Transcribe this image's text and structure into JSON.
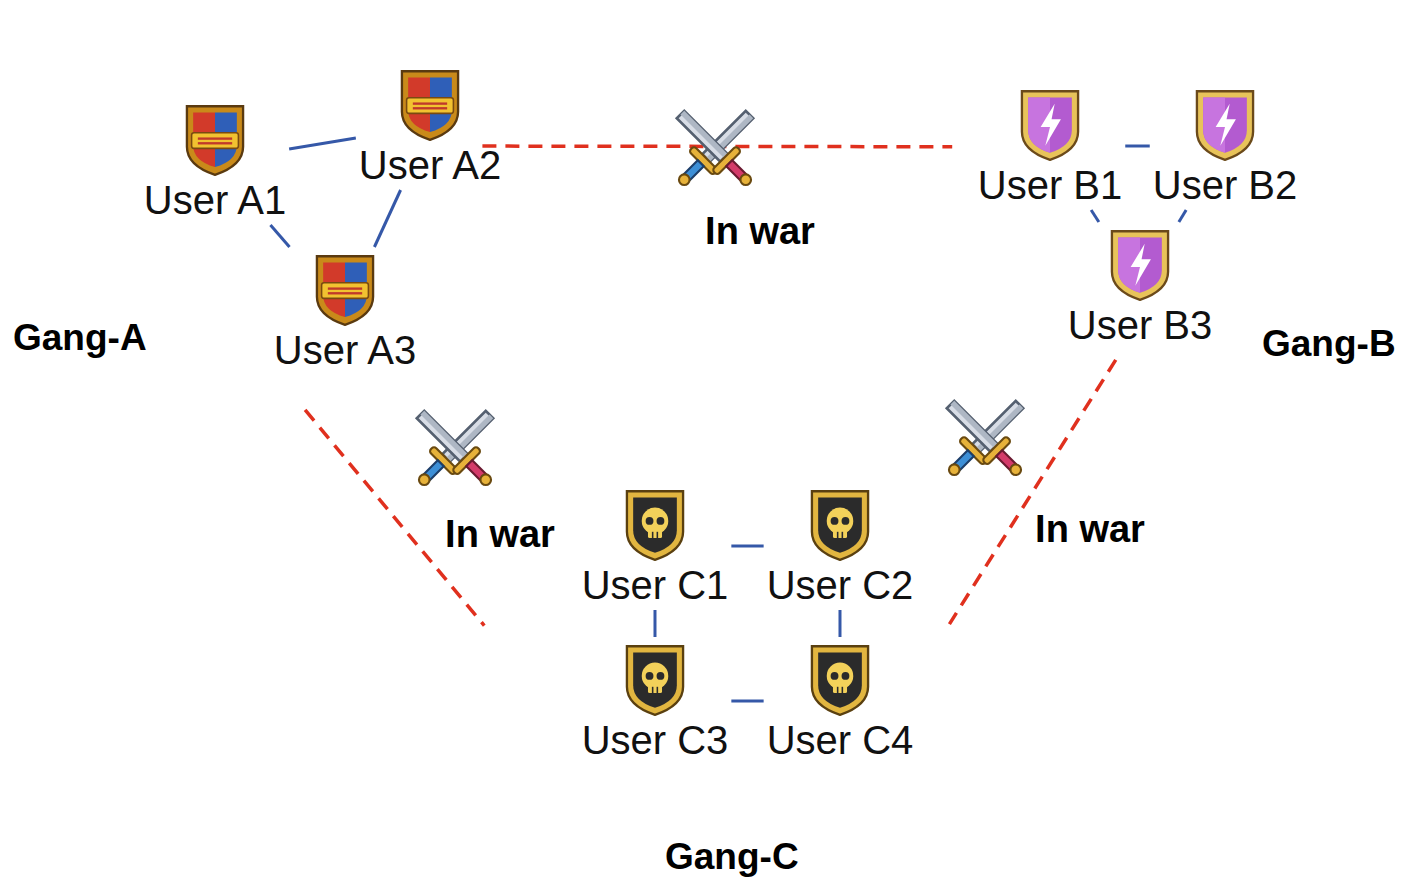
{
  "diagram": {
    "nodes": [
      {
        "text": [
          "Gang-A"
        ]
      },
      {
        "text": [
          "User A1"
        ],
        "in": 0
      },
      {
        "text": [
          "User A2"
        ],
        "in": 0
      },
      {
        "text": [
          "User A3"
        ],
        "in": 0
      },
      {
        "text": [
          "Gang-B"
        ]
      },
      {
        "text": [
          "User B1"
        ],
        "in": 4
      },
      {
        "text": [
          "User B2"
        ],
        "in": 4
      },
      {
        "text": [
          "User B3"
        ],
        "in": 4
      },
      {
        "text": [
          "Gang-C"
        ]
      },
      {
        "text": [
          "User C1"
        ],
        "in": 8
      },
      {
        "text": [
          "User C2"
        ],
        "in": 8
      },
      {
        "text": [
          "User C3"
        ],
        "in": 8
      },
      {
        "text": [
          "User C4"
        ],
        "in": 8
      }
    ],
    "edges": [
      {
        "from": 1,
        "to": 2,
        "arrow": "none"
      },
      {
        "from": 1,
        "to": 3,
        "arrow": "none"
      },
      {
        "from": 2,
        "to": 3,
        "arrow": "none"
      },
      {
        "from": 5,
        "to": 6,
        "arrow": "none"
      },
      {
        "from": 5,
        "to": 7,
        "arrow": "none"
      },
      {
        "from": 6,
        "to": 7,
        "arrow": "none"
      },
      {
        "from": 9,
        "to": 10,
        "arrow": "none"
      },
      {
        "from": 9,
        "to": 11,
        "arrow": "none"
      },
      {
        "from": 10,
        "to": 12,
        "arrow": "none"
      },
      {
        "from": 11,
        "to": 12,
        "arrow": "none"
      },
      {
        "from": 0,
        "to": 4,
        "label": "In war",
        "arrow": "none"
      },
      {
        "from": 0,
        "to": 8,
        "label": "In war",
        "arrow": "none"
      },
      {
        "from": 4,
        "to": 8,
        "label": "In war",
        "arrow": "none"
      }
    ]
  }
}
